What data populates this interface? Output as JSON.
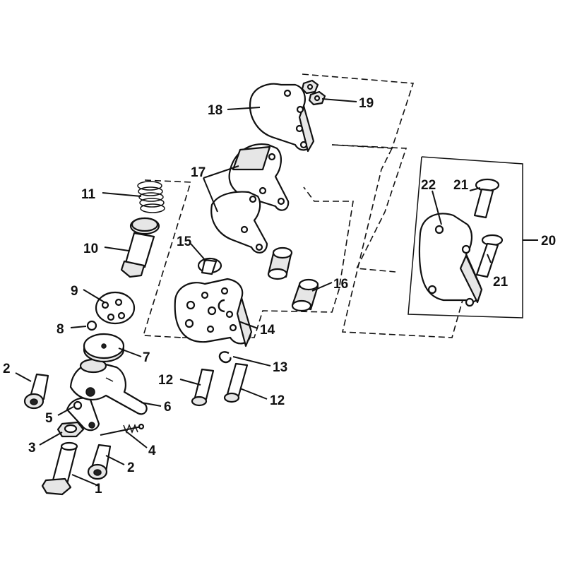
{
  "callouts": [
    {
      "id": "c1",
      "text": "1"
    },
    {
      "id": "c2a",
      "text": "2"
    },
    {
      "id": "c2b",
      "text": "2"
    },
    {
      "id": "c3",
      "text": "3"
    },
    {
      "id": "c4",
      "text": "4"
    },
    {
      "id": "c5",
      "text": "5"
    },
    {
      "id": "c6",
      "text": "6"
    },
    {
      "id": "c7",
      "text": "7"
    },
    {
      "id": "c8",
      "text": "8"
    },
    {
      "id": "c9",
      "text": "9"
    },
    {
      "id": "c10",
      "text": "10"
    },
    {
      "id": "c11",
      "text": "11"
    },
    {
      "id": "c12a",
      "text": "12"
    },
    {
      "id": "c12b",
      "text": "12"
    },
    {
      "id": "c13",
      "text": "13"
    },
    {
      "id": "c14",
      "text": "14"
    },
    {
      "id": "c15",
      "text": "15"
    },
    {
      "id": "c16",
      "text": "16"
    },
    {
      "id": "c17",
      "text": "17"
    },
    {
      "id": "c18",
      "text": "18"
    },
    {
      "id": "c19",
      "text": "19"
    },
    {
      "id": "c20",
      "text": "20"
    },
    {
      "id": "c21a",
      "text": "21"
    },
    {
      "id": "c21b",
      "text": "21"
    },
    {
      "id": "c22",
      "text": "22"
    }
  ]
}
